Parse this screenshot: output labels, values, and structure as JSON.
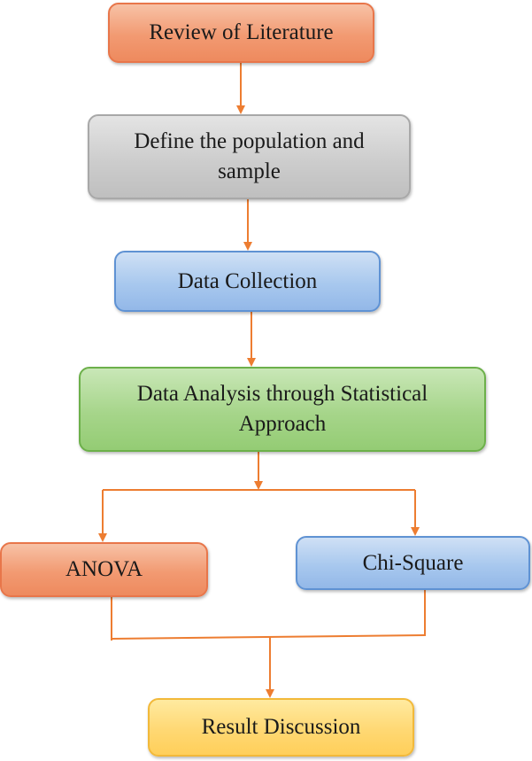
{
  "diagram": {
    "nodes": [
      {
        "id": "review",
        "label": "Review of Literature",
        "color": "#f29a72"
      },
      {
        "id": "define",
        "label": "Define the population and sample",
        "color": "#cdcdcd"
      },
      {
        "id": "collect",
        "label": "Data Collection",
        "color": "#a8c8ee"
      },
      {
        "id": "analysis",
        "label": "Data Analysis through Statistical Approach",
        "color": "#a6d58a"
      },
      {
        "id": "anova",
        "label": "ANOVA",
        "color": "#f29a72"
      },
      {
        "id": "chi",
        "label": "Chi-Square",
        "color": "#a8c8ee"
      },
      {
        "id": "result",
        "label": "Result Discussion",
        "color": "#ffd873"
      }
    ],
    "edges": [
      {
        "from": "review",
        "to": "define"
      },
      {
        "from": "define",
        "to": "collect"
      },
      {
        "from": "collect",
        "to": "analysis"
      },
      {
        "from": "analysis",
        "to": "anova"
      },
      {
        "from": "analysis",
        "to": "chi"
      },
      {
        "from": "anova",
        "to": "result"
      },
      {
        "from": "chi",
        "to": "result"
      }
    ],
    "connector_color": "#ed7d31"
  }
}
